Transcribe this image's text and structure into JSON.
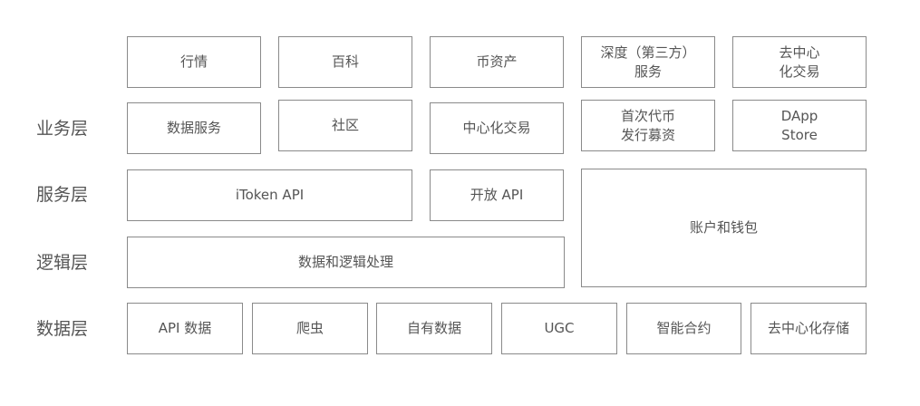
{
  "layers": {
    "business": "业务层",
    "service": "服务层",
    "logic": "逻辑层",
    "data": "数据层"
  },
  "business_row1": [
    "行情",
    "百科",
    "币资产",
    "深度（第三方）\n服务",
    "去中心\n化交易"
  ],
  "business_row2": [
    "数据服务",
    "社区",
    "中心化交易",
    "首次代币\n发行募资",
    "DApp\nStore"
  ],
  "service_row": [
    "iToken API",
    "开放 API"
  ],
  "wallet": "账户和钱包",
  "logic_row": [
    "数据和逻辑处理"
  ],
  "data_row": [
    "API 数据",
    "爬虫",
    "自有数据",
    "UGC",
    "智能合约",
    "去中心化存储"
  ]
}
